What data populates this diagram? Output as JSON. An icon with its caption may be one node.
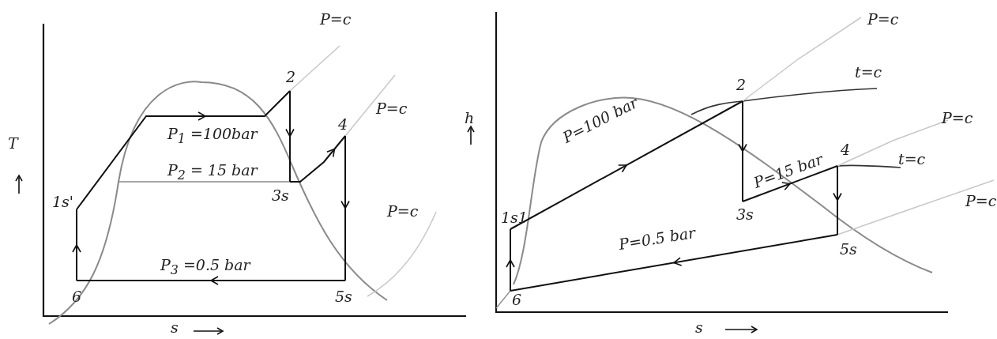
{
  "diagram": {
    "labels": [
      "P=c",
      "2",
      "P=c",
      "4",
      "P$_{1}$ =100bar",
      "T",
      "1s'",
      "P$_{2}$ = 15 bar",
      "3s",
      "P=c",
      "P$_{3}$ =0.5 bar",
      "6",
      "5s",
      "s",
      "h",
      "P=c",
      "t=c",
      "2",
      "P=c",
      "P=100 bar",
      "4",
      "t=c",
      "P=15 bar",
      "P=c",
      "1s1",
      "3s",
      "5s",
      "P=0.5 bar",
      "6",
      "s"
    ]
  }
}
